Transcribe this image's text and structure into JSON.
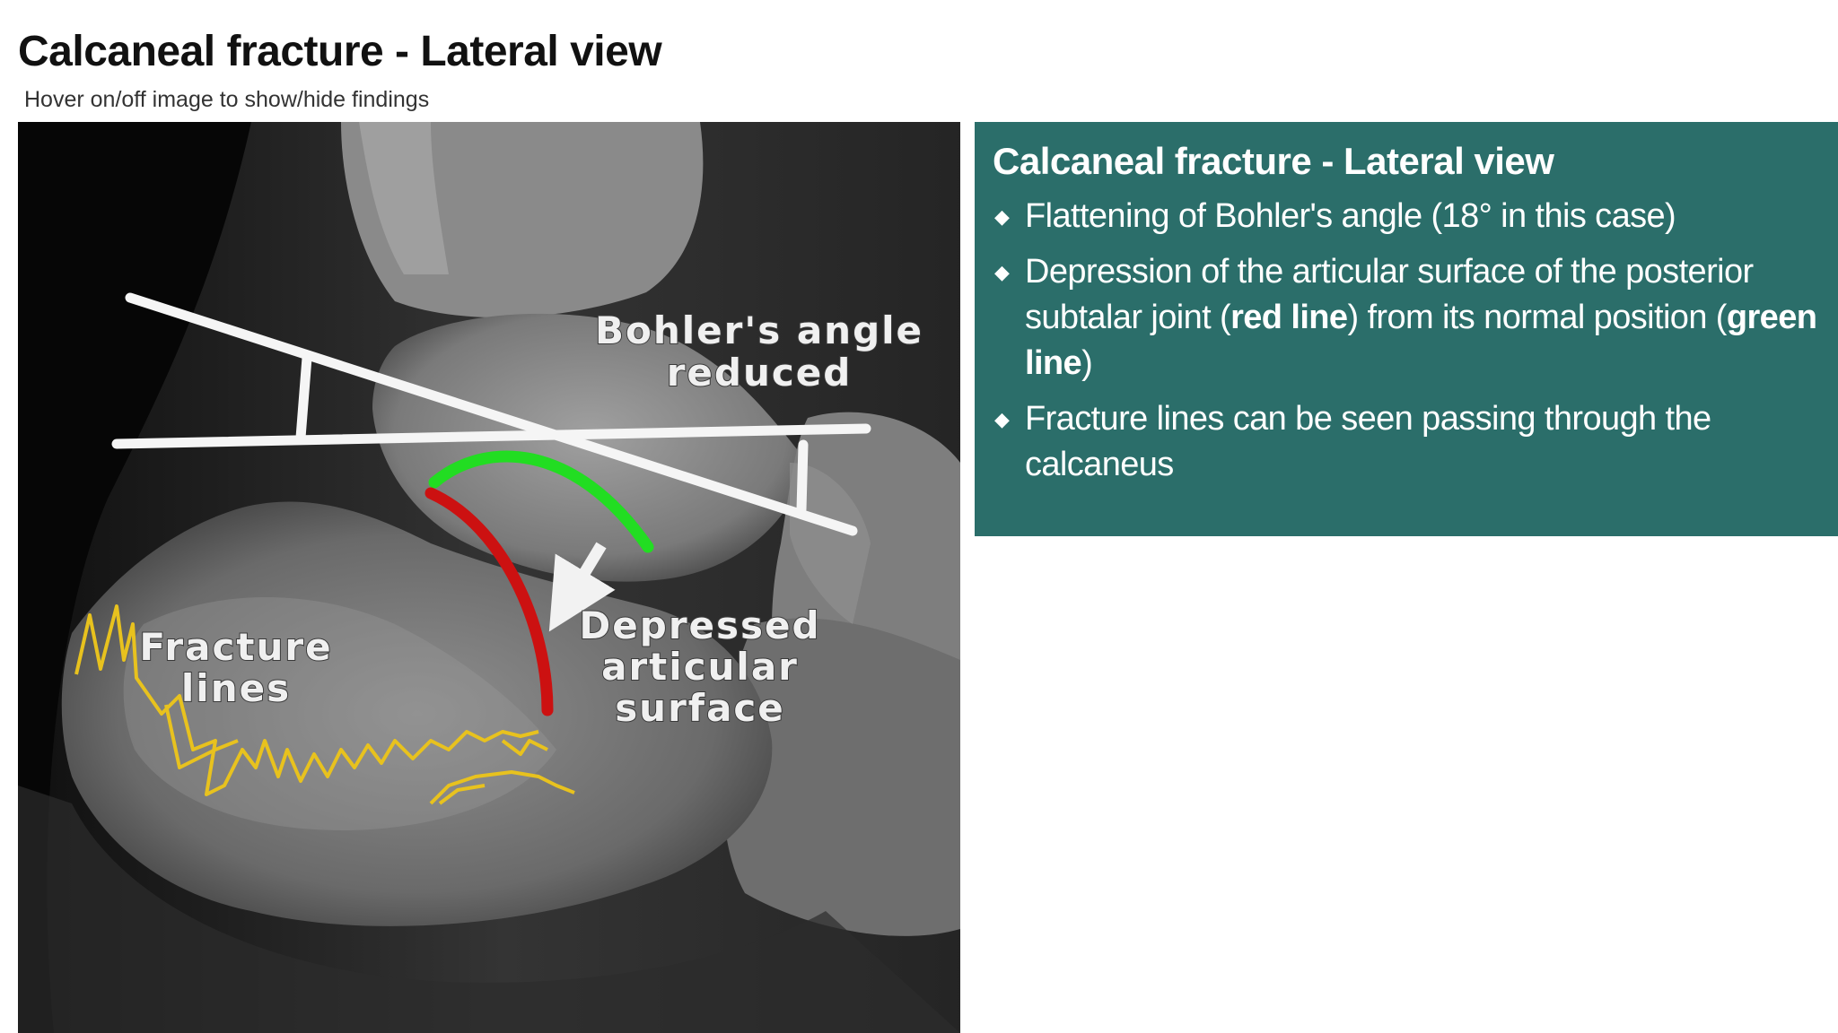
{
  "header": {
    "title": "Calcaneal fracture - Lateral view",
    "hint": "Hover on/off image to show/hide findings"
  },
  "image": {
    "labels": {
      "bohler_line1": "Bohler's angle",
      "bohler_line2": "reduced",
      "depressed_line1": "Depressed",
      "depressed_line2": "articular",
      "depressed_line3": "surface",
      "fracture_line1": "Fracture",
      "fracture_line2": "lines"
    },
    "colors": {
      "normal_position_line": "#22dd22",
      "depressed_surface_line": "#cc1111",
      "fracture_lines": "#e8c21e",
      "angle_lines": "#ffffff"
    }
  },
  "findings": {
    "title": "Calcaneal fracture - Lateral view",
    "bullet_icon": "◆",
    "items": [
      {
        "text": "Flattening of Bohler's angle (18° in this case)"
      },
      {
        "before": "Depression of the articular surface of the posterior subtalar joint (",
        "red_label": "red line",
        "middle": ") from its normal position (",
        "green_label": "green line",
        "after": ")"
      },
      {
        "text": "Fracture lines can be seen passing through the calcaneus"
      }
    ],
    "colors": {
      "panel_background": "#2b6e6a",
      "text": "#ffffff"
    }
  }
}
